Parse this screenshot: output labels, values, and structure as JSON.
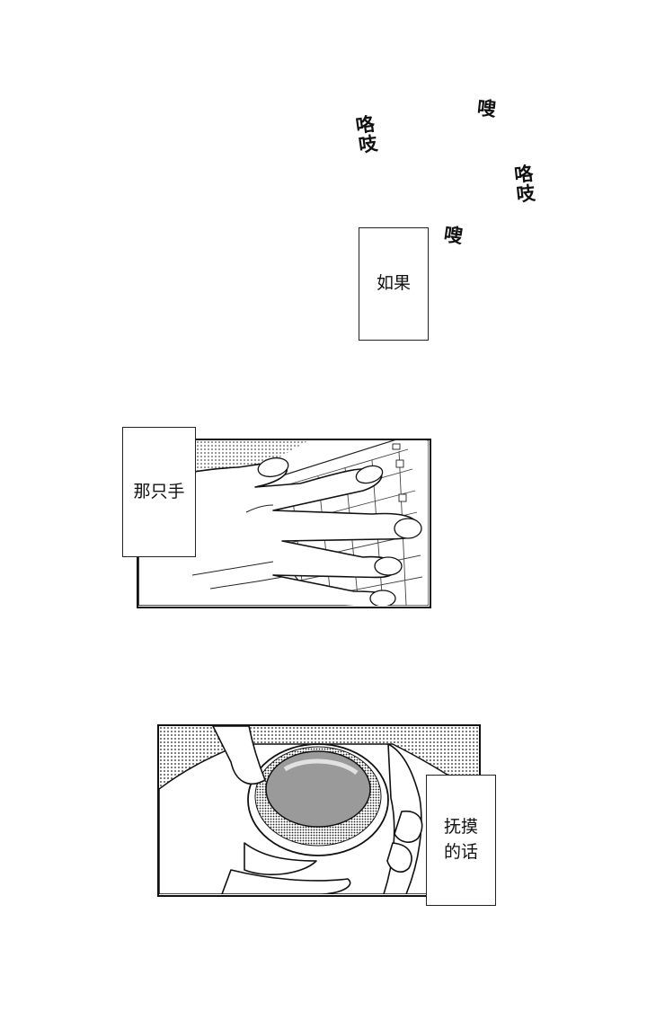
{
  "sound_effects": {
    "ge_zhi_1": "咯吱",
    "sou_1": "嗖",
    "ge_zhi_2": "咯吱",
    "sou_2": "嗖"
  },
  "captions": {
    "ruguo": "如果",
    "na_zhi_shou": "那只手",
    "fumo_de_hua": "抚摸的话"
  },
  "panels": {
    "hand_on_keyboard": {
      "icon": "hand-on-keyboard-illustration"
    },
    "hands_holding_cup": {
      "icon": "hands-holding-cup-illustration"
    }
  }
}
